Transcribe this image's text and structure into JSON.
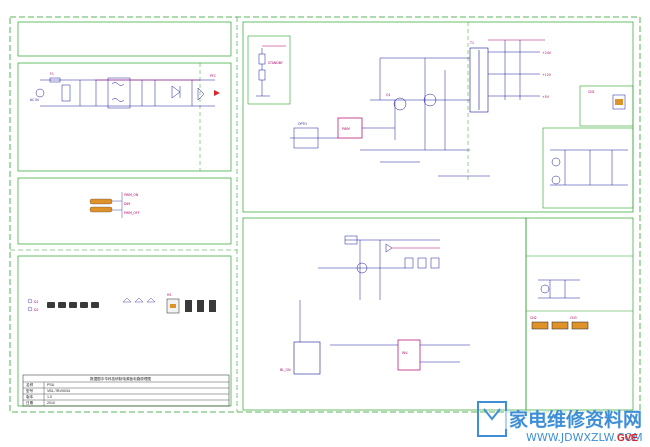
{
  "labels": {
    "fuse": "F1",
    "ac_in": "AC IN",
    "pfc": "PFC",
    "pwm_ic": "PWM",
    "switch_q": "Q1",
    "transformer": "T1",
    "out_12v": "+12V",
    "out_5v": "+5V",
    "out_24v": "+24V",
    "std_ic": "STANDBY",
    "opto": "OPTO",
    "inv_ic": "INV",
    "pwm_on": "PWM_ON",
    "pwm_off": "PWM_OFF",
    "dim": "DIM",
    "bl_on": "BL_ON",
    "led1": "D1",
    "led2": "D2",
    "conn1": "CN1",
    "conn2": "CN2",
    "conn3": "CN3",
    "hs": "HS"
  },
  "title_block": {
    "title": "数据图中华科技研制电源板电路原理图",
    "rows": [
      {
        "k": "名称",
        "v": "PSU"
      },
      {
        "k": "型号",
        "v": "VBL-TBV0034"
      },
      {
        "k": "版本",
        "v": "1.0"
      },
      {
        "k": "日期",
        "v": "2010"
      }
    ]
  },
  "watermark": {
    "site": "家电维修资料网",
    "brand": "GVE",
    "sub": "WWW.JDWXZLW.COM"
  },
  "colors": {
    "frame": "#2aa02a",
    "wire": "#1a1a9a",
    "ic": "#b0006a",
    "box": "#222222",
    "accent": "#d7282f"
  }
}
